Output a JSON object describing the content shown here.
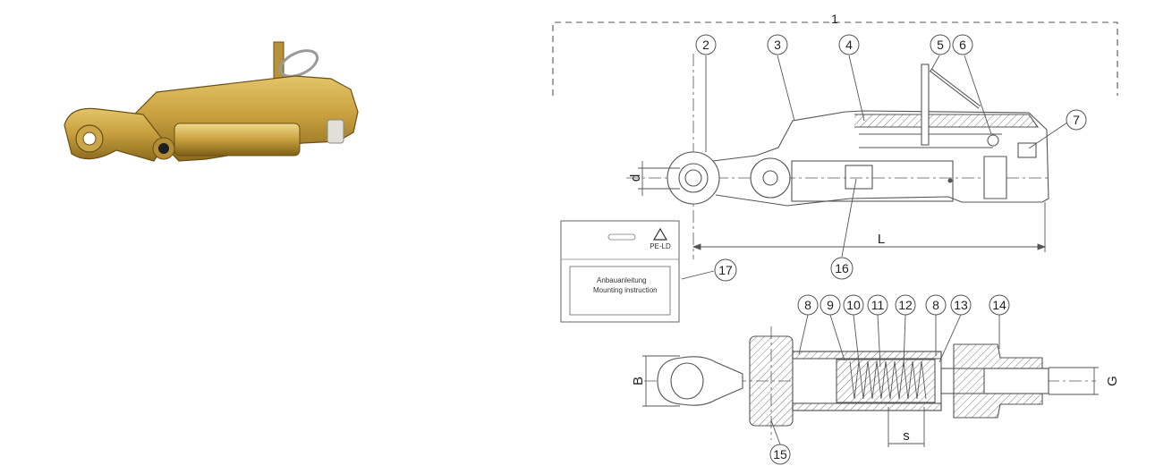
{
  "callouts": {
    "c1": "1",
    "c2": "2",
    "c3": "3",
    "c4": "4",
    "c5": "5",
    "c6": "6",
    "c7": "7",
    "c8a": "8",
    "c9": "9",
    "c10": "10",
    "c11": "11",
    "c12": "12",
    "c8b": "8",
    "c13": "13",
    "c14": "14",
    "c15": "15",
    "c16": "16",
    "c17": "17"
  },
  "dimensions": {
    "d": "d",
    "L": "L",
    "B": "B",
    "G": "G",
    "s": "s"
  },
  "instruction_card": {
    "line1": "Anbauanleitung",
    "line2": "Mounting instruction",
    "recycle_code": "PE-LD"
  },
  "colors": {
    "product": "#c9a13f",
    "product_dark": "#8a6a1c",
    "product_light": "#e3c56a",
    "line": "#555555",
    "hatch": "#777777"
  }
}
